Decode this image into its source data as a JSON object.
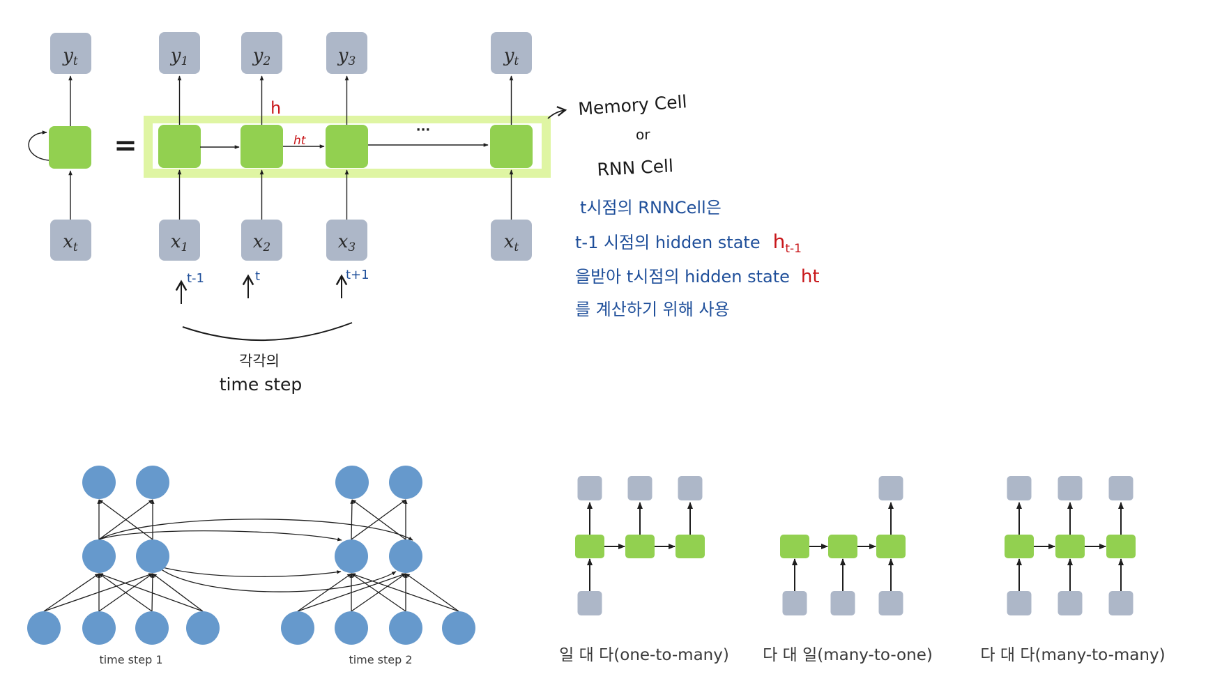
{
  "colors": {
    "io_box": "#adb7c8",
    "cell": "#92d050",
    "cell_frame": "#dff5a3",
    "neuron": "#6699cc",
    "line": "#1e1e1e",
    "note_black": "#1a1a1a",
    "note_blue": "#1f4f9a",
    "note_red": "#c8171a",
    "caption": "#3a3a3a"
  },
  "unrolled_rnn": {
    "folded": {
      "output_label": "y",
      "output_sub": "t",
      "input_label": "x",
      "input_sub": "t"
    },
    "equals": "=",
    "steps": [
      {
        "output_label": "y",
        "output_sub": "1",
        "input_label": "x",
        "input_sub": "1"
      },
      {
        "output_label": "y",
        "output_sub": "2",
        "input_label": "x",
        "input_sub": "2"
      },
      {
        "output_label": "y",
        "output_sub": "3",
        "input_label": "x",
        "input_sub": "3"
      },
      {
        "output_label": "y",
        "output_sub": "t",
        "input_label": "x",
        "input_sub": "t"
      }
    ],
    "ellipsis": "···",
    "annotation_h": "h",
    "annotation_ht": "ht"
  },
  "memory_cell_note": {
    "line1": "Memory Cell",
    "line2": "or",
    "line3": "RNN Cell"
  },
  "explanation": {
    "line1": "t시점의 RNNCell은",
    "line2_text": "t-1 시점의 hidden state",
    "line2_red": "h",
    "line2_red_sub": "t-1",
    "line3_text": "을받아 t시점의 hidden state",
    "line3_red": "ht",
    "line4": "를 계산하기 위해 사용"
  },
  "timestep_note": {
    "markers": [
      "t-1",
      "t",
      "t+1"
    ],
    "label_line1": "각각의",
    "label_line2": "time step"
  },
  "network_diagram": {
    "captions": [
      "time step 1",
      "time step 2"
    ]
  },
  "rnn_types": [
    {
      "caption": "일 대 다(one-to-many)",
      "inputs": [
        true,
        false,
        false
      ],
      "outputs": [
        true,
        true,
        true
      ]
    },
    {
      "caption": "다 대 일(many-to-one)",
      "inputs": [
        true,
        true,
        true
      ],
      "outputs": [
        false,
        false,
        true
      ]
    },
    {
      "caption": "다 대 다(many-to-many)",
      "inputs": [
        true,
        true,
        true
      ],
      "outputs": [
        true,
        true,
        true
      ]
    }
  ]
}
